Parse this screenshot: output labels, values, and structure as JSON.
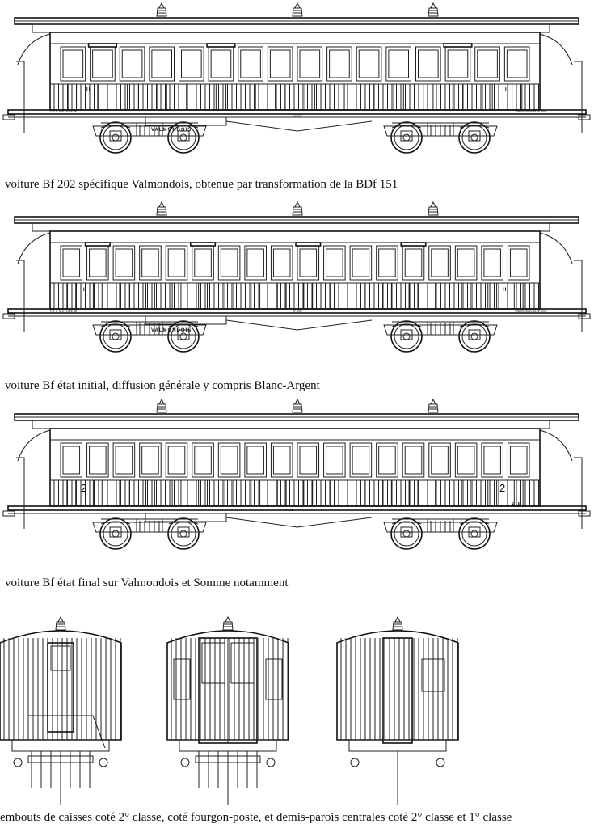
{
  "captions": {
    "c1": "voiture Bf 202 spécifique Valmondois, obtenue par transformation de la BDf 151",
    "c2": "voiture Bf état initial, diffusion générale y compris Blanc-Argent",
    "c3": "voiture Bf état final sur Valmondois et Somme notamment",
    "c4": "embouts de caisses coté 2° classe, coté fourgon-poste, et demis-parois centrales coté 2° classe et 1° classe"
  },
  "car1": {
    "underframe_label": "VALMONDOIS",
    "class_left": "II",
    "class_right": "II",
    "number": "Nº 202",
    "small_left": "P.T.T. VOITURE Bf",
    "small_right": "VALMONDOIS Nº 202"
  },
  "car2": {
    "underframe_label": "VALMONDOIS",
    "class_left": "II",
    "class_right": "II",
    "number": "Nº 202",
    "small_left": "P.T.T. VOITURE Bf",
    "small_right": "VALMONDOIS Nº 202"
  },
  "car3": {
    "class_left": "2",
    "class_right": "2",
    "number": "Nº 202",
    "mark": "S E"
  }
}
